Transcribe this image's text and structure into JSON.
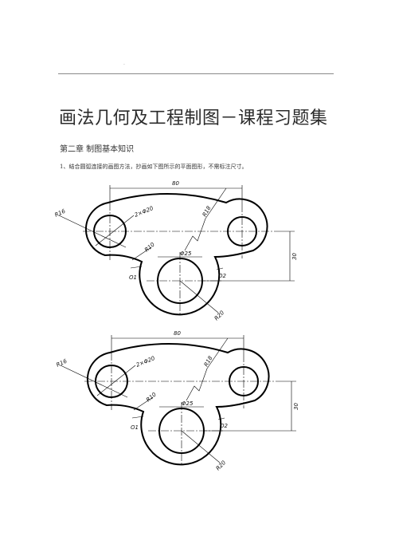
{
  "document": {
    "title": "画法几何及工程制图－课程习题集",
    "chapter": "第二章  制图基本知识",
    "question": "1、结合圆弧连接的画图方法，抄画如下图所示的平面图形，不需标注尺寸。"
  },
  "drawings": [
    {
      "labels": {
        "width": "80",
        "height": "30",
        "r16": "R16",
        "holes": "2×Φ20",
        "r10": "R10",
        "r18": "R18",
        "phi25": "Φ25",
        "o1": "O1",
        "o2": "O2",
        "r20": "R20"
      }
    },
    {
      "labels": {
        "width": "80",
        "height": "30",
        "r16": "R16",
        "holes": "2×Φ20",
        "r10": "R10",
        "r18": "R18",
        "phi25": "Φ25",
        "o1": "O1",
        "o2": "O2",
        "r20": "R20"
      }
    }
  ]
}
